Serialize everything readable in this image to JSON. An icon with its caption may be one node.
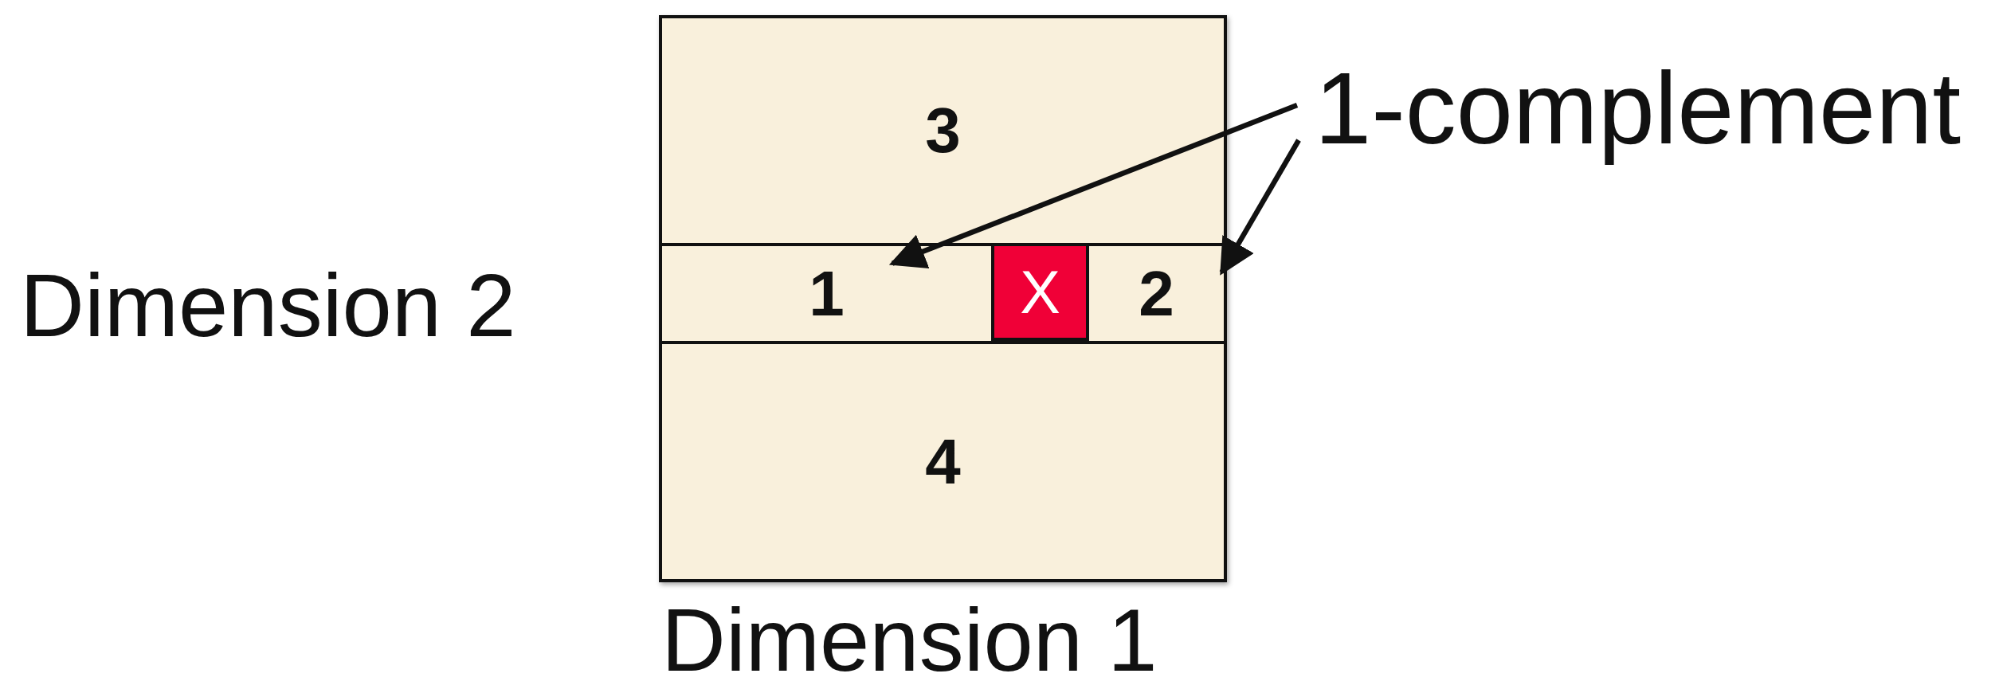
{
  "diagram": {
    "nodes": [
      {
        "text": [],
        "shape": "box"
      },
      {
        "text": [
          "3"
        ],
        "in": 0
      },
      {
        "text": [
          "1"
        ],
        "in": 0
      },
      {
        "text": [
          "X"
        ],
        "in": 0
      },
      {
        "text": [
          "2"
        ],
        "in": 0
      },
      {
        "text": [
          "4"
        ],
        "in": 0
      },
      {
        "text": [
          "1-complement"
        ]
      }
    ],
    "edges": [
      {
        "from": 6,
        "to": 2,
        "arrow": "to"
      },
      {
        "from": 6,
        "to": 4,
        "arrow": "to"
      }
    ],
    "labels": [
      "Dimension 2",
      "Dimension 1"
    ]
  }
}
